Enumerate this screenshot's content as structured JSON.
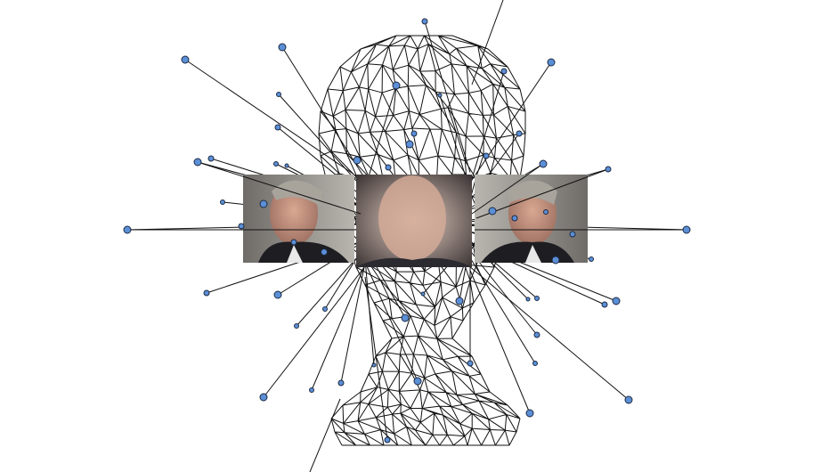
{
  "illustration": {
    "subject": "wireframe-head-face-recognition",
    "colors": {
      "background": "#ffffff",
      "mesh": "#111111",
      "node_fill": "#5b8fd6",
      "node_stroke": "#1d2a44",
      "photo_bg": "#8f8d88",
      "skin": "#c99a86",
      "suit": "#1e1e22"
    },
    "photos": [
      "profile-left",
      "frontal-center",
      "profile-right"
    ]
  }
}
